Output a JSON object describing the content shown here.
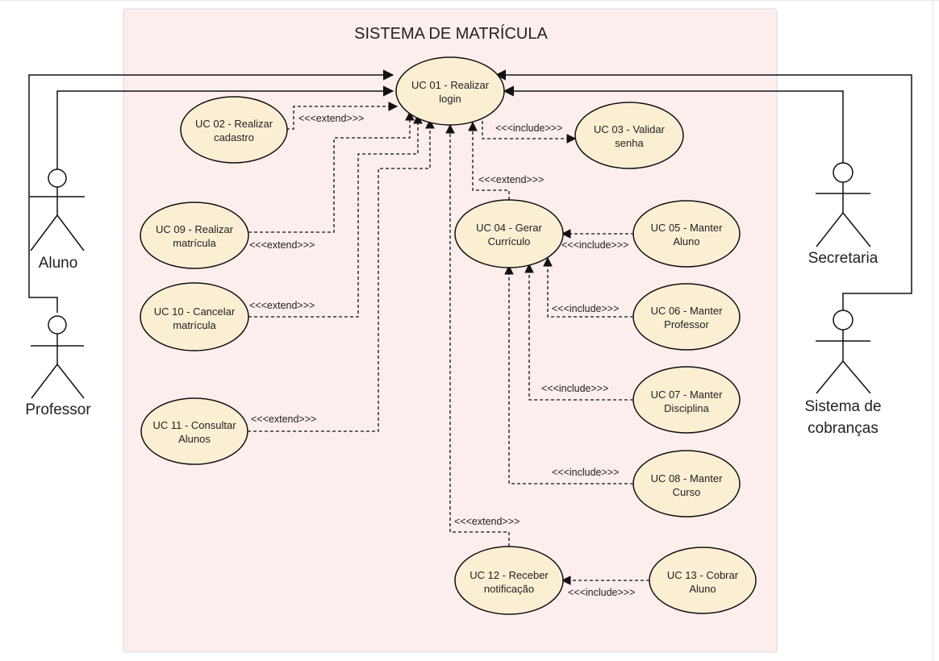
{
  "system": {
    "title": "SISTEMA DE MATRÍCULA"
  },
  "colors": {
    "boundary_fill": "#fdeeee",
    "usecase_fill": "#fbefd3",
    "stroke": "#111111"
  },
  "actors": {
    "aluno": "Aluno",
    "professor": "Professor",
    "secretaria": "Secretaria",
    "cobrancas_line1": "Sistema de",
    "cobrancas_line2": "cobranças"
  },
  "usecases": {
    "uc01": [
      "UC 01 - Realizar",
      "login"
    ],
    "uc02": [
      "UC 02 - Realizar",
      "cadastro"
    ],
    "uc03": [
      "UC 03 - Validar",
      "senha"
    ],
    "uc04": [
      "UC 04 - Gerar",
      "Currículo"
    ],
    "uc05": [
      "UC 05 - Manter",
      "Aluno"
    ],
    "uc06": [
      "UC 06 - Manter",
      "Professor"
    ],
    "uc07": [
      "UC 07 - Manter",
      "Disciplina"
    ],
    "uc08": [
      "UC 08 - Manter",
      "Curso"
    ],
    "uc09": [
      "UC 09 - Realizar",
      "matrícula"
    ],
    "uc10": [
      "UC 10 - Cancelar",
      "matrícula"
    ],
    "uc11": [
      "UC 11 - Consultar",
      "Alunos"
    ],
    "uc12": [
      "UC 12 - Receber",
      "notificação"
    ],
    "uc13": [
      "UC 13 - Cobrar",
      "Aluno"
    ]
  },
  "relations": {
    "extend": "<<<extend>>>",
    "include": "<<<include>>>"
  }
}
